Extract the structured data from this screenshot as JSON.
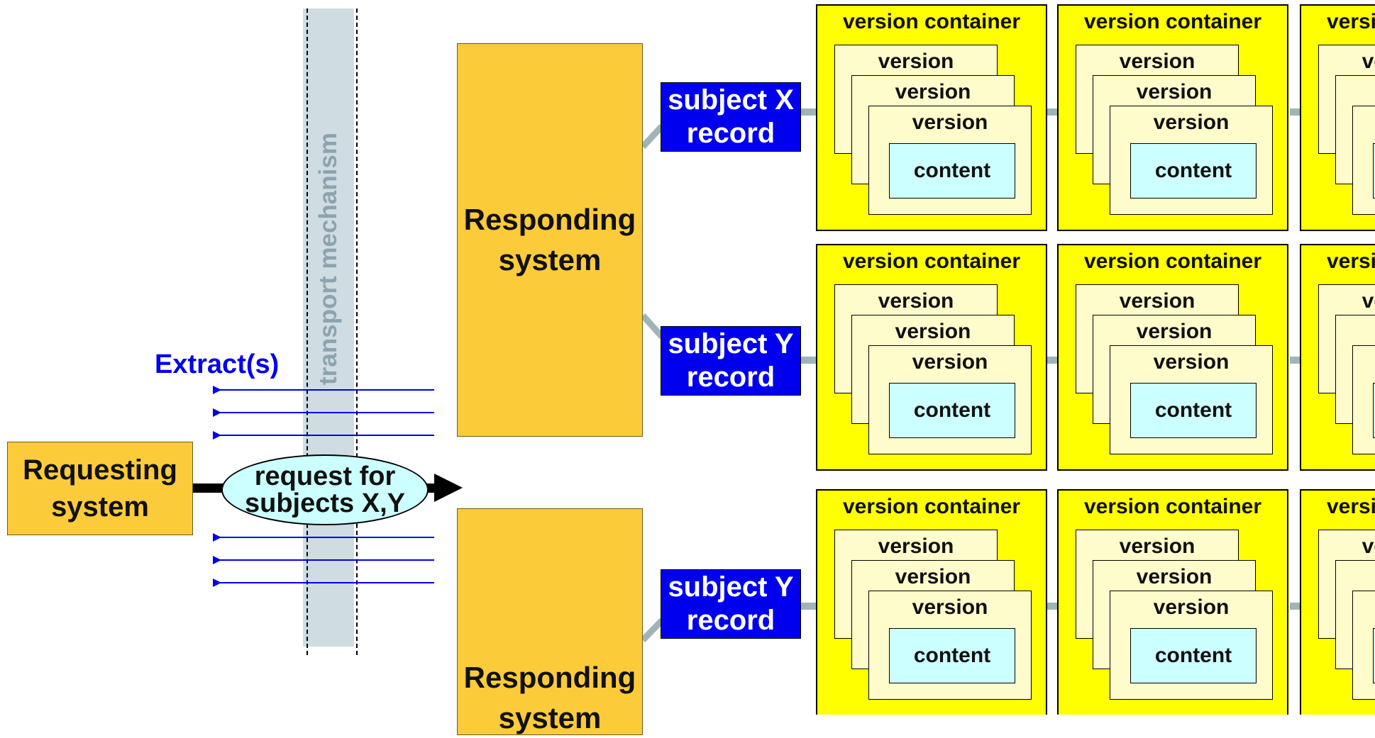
{
  "transport_label": "transport mechanism",
  "extract_label": "Extract(s)",
  "requesting_system": {
    "line1": "Requesting",
    "line2": "system"
  },
  "request": {
    "line1": "request for",
    "line2": "subjects X,Y"
  },
  "responding_top": {
    "line1": "Responding",
    "line2": "system"
  },
  "responding_bottom": {
    "line1": "Responding",
    "line2": "system"
  },
  "records": [
    {
      "line1": "subject X",
      "line2": "record"
    },
    {
      "line1": "subject Y",
      "line2": "record"
    },
    {
      "line1": "subject Y",
      "line2": "record"
    }
  ],
  "container_title": "version container",
  "version_label": "version",
  "content_label": "content",
  "colors": {
    "transport": "#cfdce2",
    "orange": "#fccb3a",
    "record_blue": "#0000ee",
    "container_yellow": "#ffff00",
    "version_fill": "#fffccc",
    "content_fill": "#ccffff",
    "connector": "#9fb4b6",
    "extract_arrows": "#0000ee"
  }
}
